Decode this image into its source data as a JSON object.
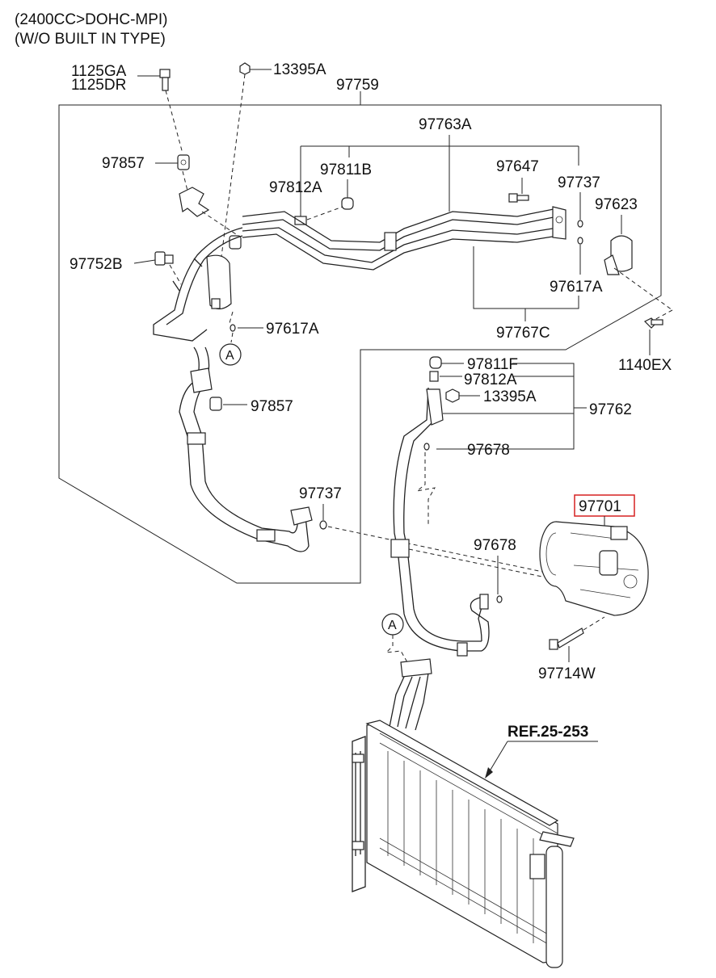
{
  "header": {
    "line1": "(2400CC>DOHC-MPI)",
    "line2": "(W/O BUILT IN TYPE)"
  },
  "labels": {
    "p1125GA": "1125GA",
    "p1125DR": "1125DR",
    "p13395A_top": "13395A",
    "p97759": "97759",
    "p97763A": "97763A",
    "p97857_top": "97857",
    "p97811B": "97811B",
    "p97647": "97647",
    "p97737_top": "97737",
    "p97812A_top": "97812A",
    "p97623": "97623",
    "p97752B": "97752B",
    "p97617A_right": "97617A",
    "p97617A_mid": "97617A",
    "p97767C": "97767C",
    "p1140EX": "1140EX",
    "p97811F": "97811F",
    "p97812A_mid": "97812A",
    "p13395A_mid": "13395A",
    "p97857_mid": "97857",
    "p97762": "97762",
    "p97678_top": "97678",
    "p97737_bottom": "97737",
    "p97701": "97701",
    "p97678_bottom": "97678",
    "p97714W": "97714W",
    "ref": "REF.25-253"
  },
  "callouts": {
    "a_upper": "A",
    "a_lower": "A"
  },
  "colors": {
    "highlight": "#d62020",
    "ink": "#222222"
  }
}
